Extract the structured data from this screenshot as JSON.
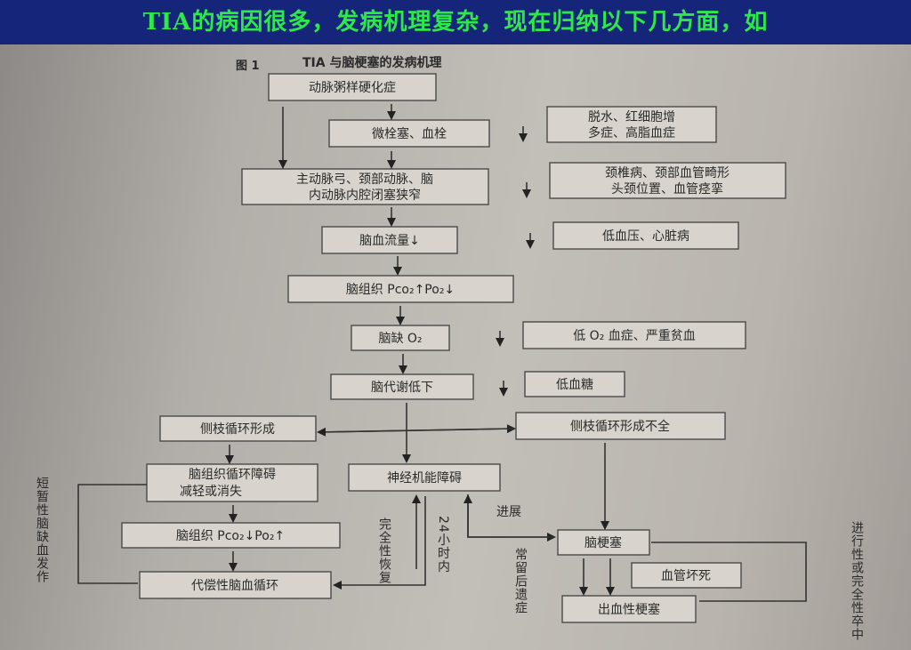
{
  "slide_title": "TIA的病因很多，发病机理复杂，现在归纳以下几方面，如",
  "figure": {
    "label": "图 1",
    "caption": "TIA 与脑梗塞的发病机理",
    "boxes": {
      "atherosclerosis": "动脉粥样硬化症",
      "microembolus": "微栓塞、血栓",
      "dehydration_1": "脱水、红细胞增",
      "dehydration_2": "多症、高脂血症",
      "stenosis_1": "主动脉弓、颈部动脉、脑",
      "stenosis_2": "内动脉内腔闭塞狭窄",
      "cervical_1": "颈椎病、颈部血管畸形",
      "cervical_2": "头颈位置、血管痉挛",
      "blood_flow": "脑血流量↓",
      "hypotension": "低血压、心脏病",
      "tissue_gas": "脑组织 Pco₂↑Po₂↓",
      "ischemia": "脑缺 O₂",
      "hypoxemia": "低 O₂ 血症、严重贫血",
      "metabolism": "脑代谢低下",
      "hypoglycemia": "低血糖",
      "collateral": "侧枝循环形成",
      "collateral_incomplete": "侧枝循环形成不全",
      "circ_reduced_1": "脑组织循环障碍",
      "circ_reduced_2": "减轻或消失",
      "neuro": "神经机能障碍",
      "tissue_gas_2": "脑组织 Pco₂↓Po₂↑",
      "compensatory": "代偿性脑血循环",
      "infarction": "脑梗塞",
      "necrosis": "血管坏死",
      "hemorrhagic": "出血性梗塞"
    },
    "side_labels": {
      "tia_left": "短暂性脑缺血发作",
      "full_recovery": "完全性恢复",
      "within_24h": "24小时内",
      "progress": "进展",
      "sequelae": "常留后遗症",
      "stroke_right": "进行性或完全性卒中"
    }
  }
}
